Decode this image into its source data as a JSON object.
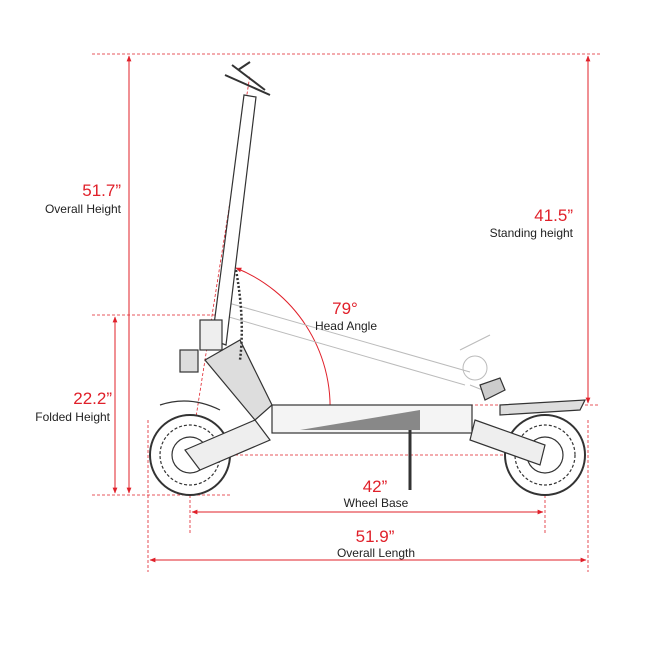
{
  "colors": {
    "accent": "#e0202a",
    "line": "#333333"
  },
  "dimensions": {
    "overall_height": {
      "value": "51.7”",
      "label": "Overall Height"
    },
    "standing_height": {
      "value": "41.5”",
      "label": "Standing height"
    },
    "head_angle": {
      "value": "79°",
      "label": "Head Angle"
    },
    "folded_height": {
      "value": "22.2”",
      "label": "Folded Height"
    },
    "wheel_base": {
      "value": "42”",
      "label": "Wheel Base"
    },
    "overall_length": {
      "value": "51.9”",
      "label": "Overall Length"
    }
  }
}
